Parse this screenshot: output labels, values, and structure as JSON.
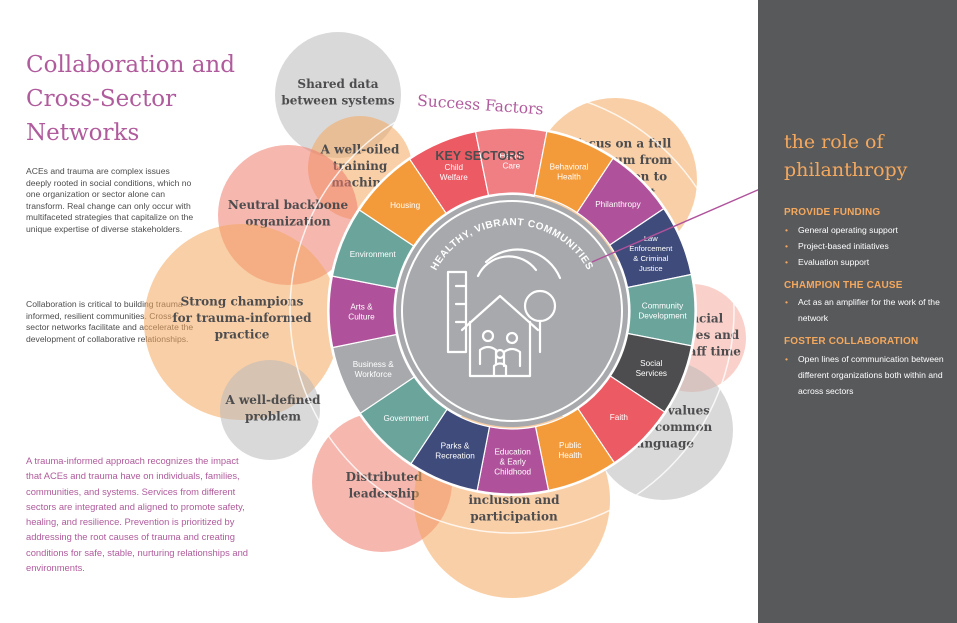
{
  "title": "Collaboration and Cross-Sector Networks",
  "intro": {
    "p1": "ACEs and trauma are complex issues deeply rooted in social conditions, which no one organization or sector alone can transform. Real change can only occur with multifaceted strategies that capitalize on the unique expertise of diverse stakeholders.",
    "p2": "Collaboration is critical to building trauma-informed, resilient communities. Cross-sector networks facilitate and accelerate the development of collaborative relationships."
  },
  "trauma_paragraph": "A trauma-informed approach recognizes the impact that ACEs and trauma have on individuals, families, communities, and systems. Services from different sectors are integrated and aligned to promote safety, healing, and resilience. Prevention is prioritized by addressing the root causes of trauma and creating conditions for safe, stable, nurturing relationships and environments.",
  "diagram": {
    "success_factors_label": "Success Factors",
    "key_sectors_label": "KEY SECTORS",
    "center_label": "HEALTHY, VIBRANT COMMUNITIES",
    "success_factors": [
      {
        "text": "Shared data\nbetween systems",
        "color": "#b9b9b9"
      },
      {
        "text": "A well-oiled\ntraining\nmachine",
        "color": "#f4a85e"
      },
      {
        "text": "Focus on a full\nspectrum from\nprevention to\ntreatment",
        "color": "#f4a85e"
      },
      {
        "text": "Neutral backbone\norganization",
        "color": "#ee7c6e"
      },
      {
        "text": "Strong champions\nfor trauma-informed\npractice",
        "color": "#f4a85e"
      },
      {
        "text": "Financial\nresources and\npaid staff time",
        "color": "#f5a99e"
      },
      {
        "text": "A well-defined\nproblem",
        "color": "#b9b9b9"
      },
      {
        "text": "Shared values\nand a common\nlanguage",
        "color": "#b9b9b9"
      },
      {
        "text": "Distributed\nleadership",
        "color": "#ee7c6e"
      },
      {
        "text": "Community\ninclusion and\nparticipation",
        "color": "#f4a85e"
      }
    ],
    "sectors": [
      {
        "label": "Child\nWelfare",
        "color": "#ec5a63"
      },
      {
        "label": "Health\nCare",
        "color": "#f07f84"
      },
      {
        "label": "Behavioral\nHealth",
        "color": "#f39b3a"
      },
      {
        "label": "Philanthropy",
        "color": "#b0529b"
      },
      {
        "label": "Law\nEnforcement\n& Criminal\nJustice",
        "color": "#3e4b7b"
      },
      {
        "label": "Community\nDevelopment",
        "color": "#6aa49b"
      },
      {
        "label": "Social\nServices",
        "color": "#4d4d4f"
      },
      {
        "label": "Faith",
        "color": "#ec5a63"
      },
      {
        "label": "Public\nHealth",
        "color": "#f39b3a"
      },
      {
        "label": "Education\n& Early\nChildhood",
        "color": "#b0529b"
      },
      {
        "label": "Parks &\nRecreation",
        "color": "#3e4b7b"
      },
      {
        "label": "Government",
        "color": "#6aa49b"
      },
      {
        "label": "Business &\nWorkforce",
        "color": "#a7a9ac"
      },
      {
        "label": "Arts &\nCulture",
        "color": "#b0529b"
      },
      {
        "label": "Environment",
        "color": "#6aa49b"
      },
      {
        "label": "Housing",
        "color": "#f39b3a"
      }
    ]
  },
  "sidebar": {
    "title": "the role of philanthropy",
    "sections": [
      {
        "heading": "PROVIDE FUNDING",
        "items": [
          "General operating support",
          "Project-based initiatives",
          "Evaluation support"
        ]
      },
      {
        "heading": "CHAMPION THE CAUSE",
        "items": [
          "Act as an amplifier for the work of the network"
        ]
      },
      {
        "heading": "FOSTER COLLABORATION",
        "items": [
          "Open lines of communication between different organizations both within and across sectors"
        ]
      }
    ]
  }
}
